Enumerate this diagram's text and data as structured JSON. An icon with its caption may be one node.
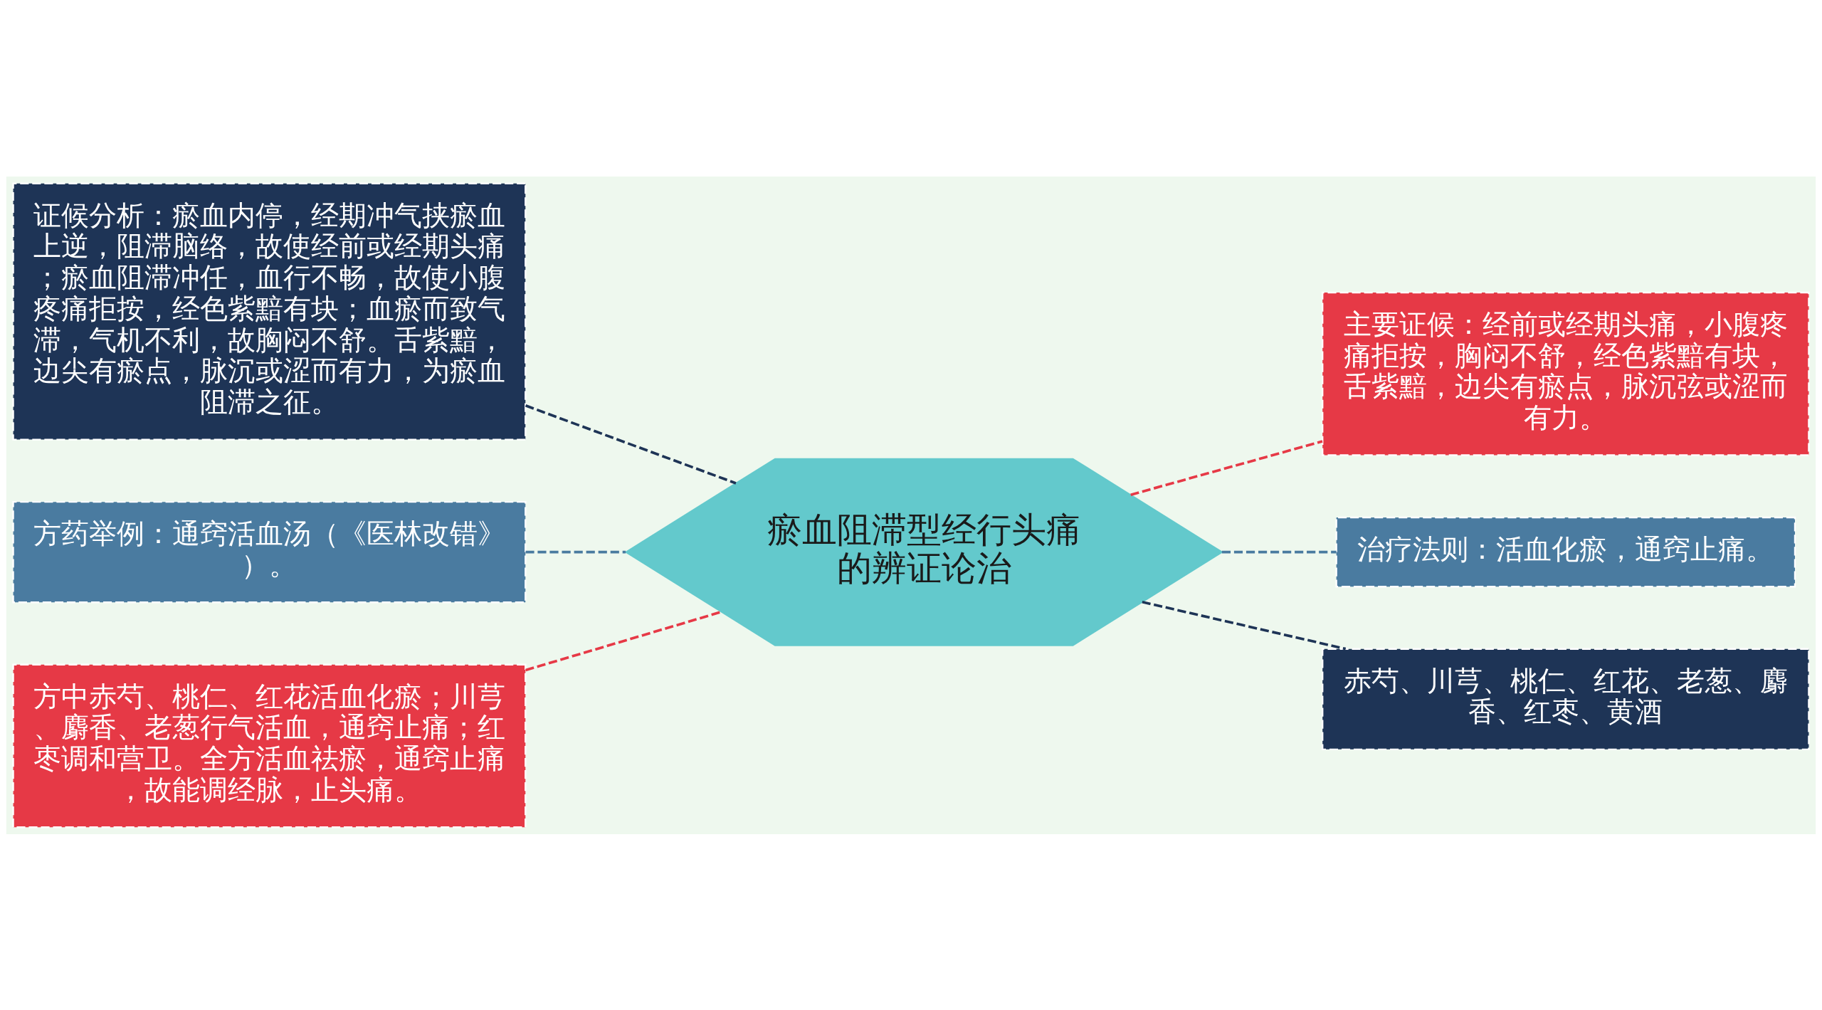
{
  "diagram": {
    "nodes": [
      {
        "text": [
          "瘀血阻滞型经行头痛的辨证论治"
        ]
      },
      {
        "text": [
          "证候分析：瘀血内停，经期冲气挟瘀血上逆，阻滞脑络，故使经前或经期头痛；瘀血阻滞冲任，血行不畅，故使小腹疼痛拒按，经色紫黯有块；血瘀而致气滞，气机不利，故胸闷不舒。舌紫黯，边尖有瘀点，脉沉或涩而有力，为瘀血阻滞之征。"
        ]
      },
      {
        "text": [
          "方药举例：通窍活血汤（《医林改错》）。"
        ]
      },
      {
        "text": [
          "方中赤芍、桃仁、红花活血化瘀；川芎、麝香、老葱行气活血，通窍止痛；红枣调和营卫。全方活血祛瘀，通窍止痛，故能调经脉，止头痛。"
        ]
      },
      {
        "text": [
          "主要证候：经前或经期头痛，小腹疼痛拒按，胸闷不舒，经色紫黯有块，舌紫黯，边尖有瘀点，脉沉弦或涩而有力。"
        ]
      },
      {
        "text": [
          "治疗法则：活血化瘀，通窍止痛。"
        ]
      },
      {
        "text": [
          "赤芍、川芎、桃仁、红花、老葱、麝香、红枣、黄酒"
        ]
      }
    ],
    "edges": [
      {
        "from": 0,
        "to": 1,
        "arrow": "none",
        "style": "dashed",
        "color": "#1e3456"
      },
      {
        "from": 0,
        "to": 2,
        "arrow": "none",
        "style": "dashed",
        "color": "#4a7ba0"
      },
      {
        "from": 0,
        "to": 3,
        "arrow": "none",
        "style": "dashed",
        "color": "#e63946"
      },
      {
        "from": 0,
        "to": 4,
        "arrow": "none",
        "style": "dashed",
        "color": "#e63946"
      },
      {
        "from": 0,
        "to": 5,
        "arrow": "none",
        "style": "dashed",
        "color": "#4a7ba0"
      },
      {
        "from": 0,
        "to": 6,
        "arrow": "none",
        "style": "dashed",
        "color": "#1e3456"
      }
    ]
  }
}
